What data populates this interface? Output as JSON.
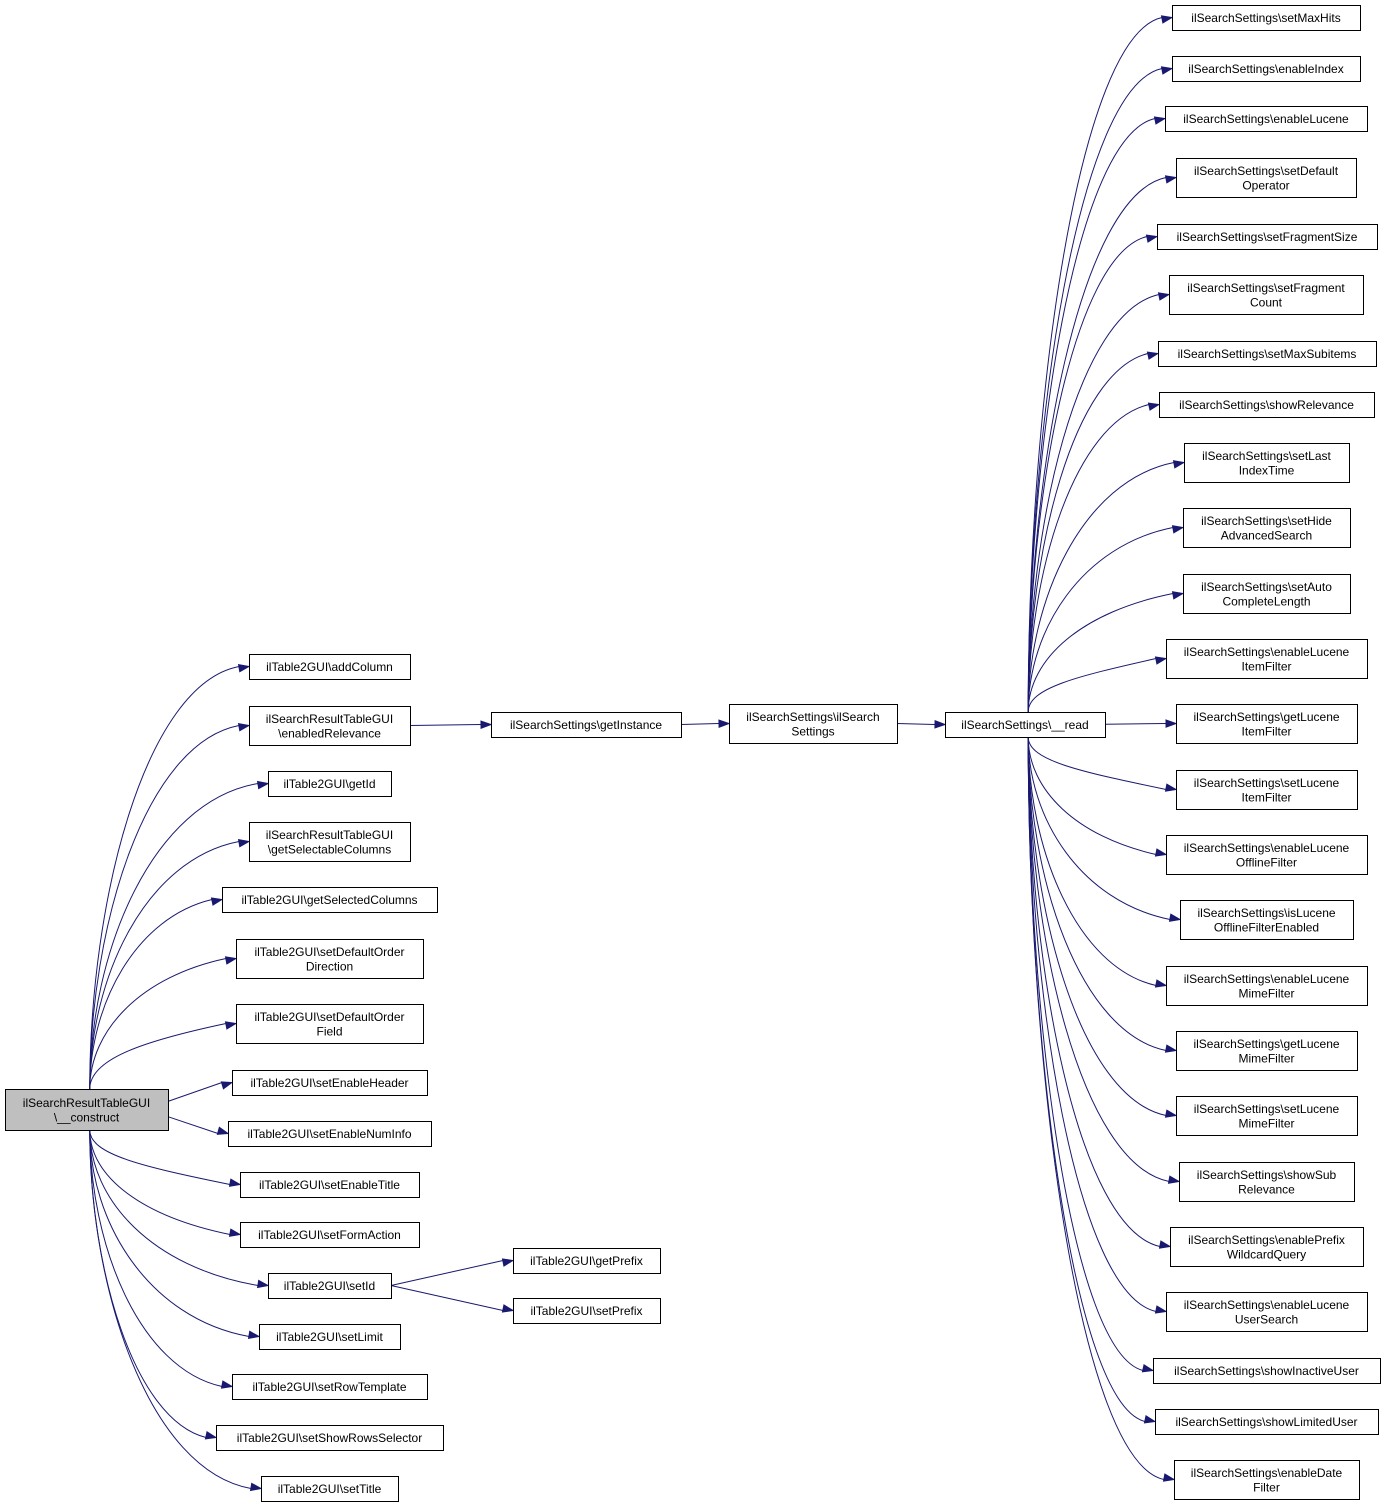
{
  "graph": {
    "nodes": [
      {
        "id": "root",
        "lines": [
          "ilSearchResultTableGUI",
          "\\__construct"
        ],
        "root": true
      },
      {
        "id": "addColumn",
        "lines": [
          "ilTable2GUI\\addColumn"
        ]
      },
      {
        "id": "enabledRelevance",
        "lines": [
          "ilSearchResultTableGUI",
          "\\enabledRelevance"
        ]
      },
      {
        "id": "getId",
        "lines": [
          "ilTable2GUI\\getId"
        ]
      },
      {
        "id": "getSelectableColumns",
        "lines": [
          "ilSearchResultTableGUI",
          "\\getSelectableColumns"
        ]
      },
      {
        "id": "getSelectedColumns",
        "lines": [
          "ilTable2GUI\\getSelectedColumns"
        ]
      },
      {
        "id": "setDefaultOrderDirection",
        "lines": [
          "ilTable2GUI\\setDefaultOrder",
          "Direction"
        ]
      },
      {
        "id": "setDefaultOrderField",
        "lines": [
          "ilTable2GUI\\setDefaultOrder",
          "Field"
        ]
      },
      {
        "id": "setEnableHeader",
        "lines": [
          "ilTable2GUI\\setEnableHeader"
        ]
      },
      {
        "id": "setEnableNumInfo",
        "lines": [
          "ilTable2GUI\\setEnableNumInfo"
        ]
      },
      {
        "id": "setEnableTitle",
        "lines": [
          "ilTable2GUI\\setEnableTitle"
        ]
      },
      {
        "id": "setFormAction",
        "lines": [
          "ilTable2GUI\\setFormAction"
        ]
      },
      {
        "id": "setId",
        "lines": [
          "ilTable2GUI\\setId"
        ]
      },
      {
        "id": "setLimit",
        "lines": [
          "ilTable2GUI\\setLimit"
        ]
      },
      {
        "id": "setRowTemplate",
        "lines": [
          "ilTable2GUI\\setRowTemplate"
        ]
      },
      {
        "id": "setShowRowsSelector",
        "lines": [
          "ilTable2GUI\\setShowRowsSelector"
        ]
      },
      {
        "id": "setTitle",
        "lines": [
          "ilTable2GUI\\setTitle"
        ]
      },
      {
        "id": "getInstance",
        "lines": [
          "ilSearchSettings\\getInstance"
        ]
      },
      {
        "id": "getPrefix",
        "lines": [
          "ilTable2GUI\\getPrefix"
        ]
      },
      {
        "id": "setPrefix",
        "lines": [
          "ilTable2GUI\\setPrefix"
        ]
      },
      {
        "id": "ilSearchSettingsCtor",
        "lines": [
          "ilSearchSettings\\ilSearch",
          "Settings"
        ]
      },
      {
        "id": "read",
        "lines": [
          "ilSearchSettings\\__read"
        ]
      },
      {
        "id": "setMaxHits",
        "lines": [
          "ilSearchSettings\\setMaxHits"
        ]
      },
      {
        "id": "enableIndex",
        "lines": [
          "ilSearchSettings\\enableIndex"
        ]
      },
      {
        "id": "enableLucene",
        "lines": [
          "ilSearchSettings\\enableLucene"
        ]
      },
      {
        "id": "setDefaultOperator",
        "lines": [
          "ilSearchSettings\\setDefault",
          "Operator"
        ]
      },
      {
        "id": "setFragmentSize",
        "lines": [
          "ilSearchSettings\\setFragmentSize"
        ]
      },
      {
        "id": "setFragmentCount",
        "lines": [
          "ilSearchSettings\\setFragment",
          "Count"
        ]
      },
      {
        "id": "setMaxSubitems",
        "lines": [
          "ilSearchSettings\\setMaxSubitems"
        ]
      },
      {
        "id": "showRelevance",
        "lines": [
          "ilSearchSettings\\showRelevance"
        ]
      },
      {
        "id": "setLastIndexTime",
        "lines": [
          "ilSearchSettings\\setLast",
          "IndexTime"
        ]
      },
      {
        "id": "setHideAdvancedSearch",
        "lines": [
          "ilSearchSettings\\setHide",
          "AdvancedSearch"
        ]
      },
      {
        "id": "setAutoCompleteLength",
        "lines": [
          "ilSearchSettings\\setAuto",
          "CompleteLength"
        ]
      },
      {
        "id": "enableLuceneItemFilter",
        "lines": [
          "ilSearchSettings\\enableLucene",
          "ItemFilter"
        ]
      },
      {
        "id": "getLuceneItemFilter",
        "lines": [
          "ilSearchSettings\\getLucene",
          "ItemFilter"
        ]
      },
      {
        "id": "setLuceneItemFilter",
        "lines": [
          "ilSearchSettings\\setLucene",
          "ItemFilter"
        ]
      },
      {
        "id": "enableLuceneOfflineFilter",
        "lines": [
          "ilSearchSettings\\enableLucene",
          "OfflineFilter"
        ]
      },
      {
        "id": "isLuceneOfflineFilterEnabled",
        "lines": [
          "ilSearchSettings\\isLucene",
          "OfflineFilterEnabled"
        ]
      },
      {
        "id": "enableLuceneMimeFilter",
        "lines": [
          "ilSearchSettings\\enableLucene",
          "MimeFilter"
        ]
      },
      {
        "id": "getLuceneMimeFilter",
        "lines": [
          "ilSearchSettings\\getLucene",
          "MimeFilter"
        ]
      },
      {
        "id": "setLuceneMimeFilter",
        "lines": [
          "ilSearchSettings\\setLucene",
          "MimeFilter"
        ]
      },
      {
        "id": "showSubRelevance",
        "lines": [
          "ilSearchSettings\\showSub",
          "Relevance"
        ]
      },
      {
        "id": "enablePrefixWildcardQuery",
        "lines": [
          "ilSearchSettings\\enablePrefix",
          "WildcardQuery"
        ]
      },
      {
        "id": "enableLuceneUserSearch",
        "lines": [
          "ilSearchSettings\\enableLucene",
          "UserSearch"
        ]
      },
      {
        "id": "showInactiveUser",
        "lines": [
          "ilSearchSettings\\showInactiveUser"
        ]
      },
      {
        "id": "showLimitedUser",
        "lines": [
          "ilSearchSettings\\showLimitedUser"
        ]
      },
      {
        "id": "enableDateFilter",
        "lines": [
          "ilSearchSettings\\enableDate",
          "Filter"
        ]
      }
    ],
    "edges": [
      [
        "root",
        "addColumn"
      ],
      [
        "root",
        "enabledRelevance"
      ],
      [
        "root",
        "getId"
      ],
      [
        "root",
        "getSelectableColumns"
      ],
      [
        "root",
        "getSelectedColumns"
      ],
      [
        "root",
        "setDefaultOrderDirection"
      ],
      [
        "root",
        "setDefaultOrderField"
      ],
      [
        "root",
        "setEnableHeader"
      ],
      [
        "root",
        "setEnableNumInfo"
      ],
      [
        "root",
        "setEnableTitle"
      ],
      [
        "root",
        "setFormAction"
      ],
      [
        "root",
        "setId"
      ],
      [
        "root",
        "setLimit"
      ],
      [
        "root",
        "setRowTemplate"
      ],
      [
        "root",
        "setShowRowsSelector"
      ],
      [
        "root",
        "setTitle"
      ],
      [
        "enabledRelevance",
        "getInstance"
      ],
      [
        "getInstance",
        "ilSearchSettingsCtor"
      ],
      [
        "ilSearchSettingsCtor",
        "read"
      ],
      [
        "setId",
        "getPrefix"
      ],
      [
        "setId",
        "setPrefix"
      ],
      [
        "read",
        "setMaxHits"
      ],
      [
        "read",
        "enableIndex"
      ],
      [
        "read",
        "enableLucene"
      ],
      [
        "read",
        "setDefaultOperator"
      ],
      [
        "read",
        "setFragmentSize"
      ],
      [
        "read",
        "setFragmentCount"
      ],
      [
        "read",
        "setMaxSubitems"
      ],
      [
        "read",
        "showRelevance"
      ],
      [
        "read",
        "setLastIndexTime"
      ],
      [
        "read",
        "setHideAdvancedSearch"
      ],
      [
        "read",
        "setAutoCompleteLength"
      ],
      [
        "read",
        "enableLuceneItemFilter"
      ],
      [
        "read",
        "getLuceneItemFilter"
      ],
      [
        "read",
        "setLuceneItemFilter"
      ],
      [
        "read",
        "enableLuceneOfflineFilter"
      ],
      [
        "read",
        "isLuceneOfflineFilterEnabled"
      ],
      [
        "read",
        "enableLuceneMimeFilter"
      ],
      [
        "read",
        "getLuceneMimeFilter"
      ],
      [
        "read",
        "setLuceneMimeFilter"
      ],
      [
        "read",
        "showSubRelevance"
      ],
      [
        "read",
        "enablePrefixWildcardQuery"
      ],
      [
        "read",
        "enableLuceneUserSearch"
      ],
      [
        "read",
        "showInactiveUser"
      ],
      [
        "read",
        "showLimitedUser"
      ],
      [
        "read",
        "enableDateFilter"
      ]
    ]
  }
}
